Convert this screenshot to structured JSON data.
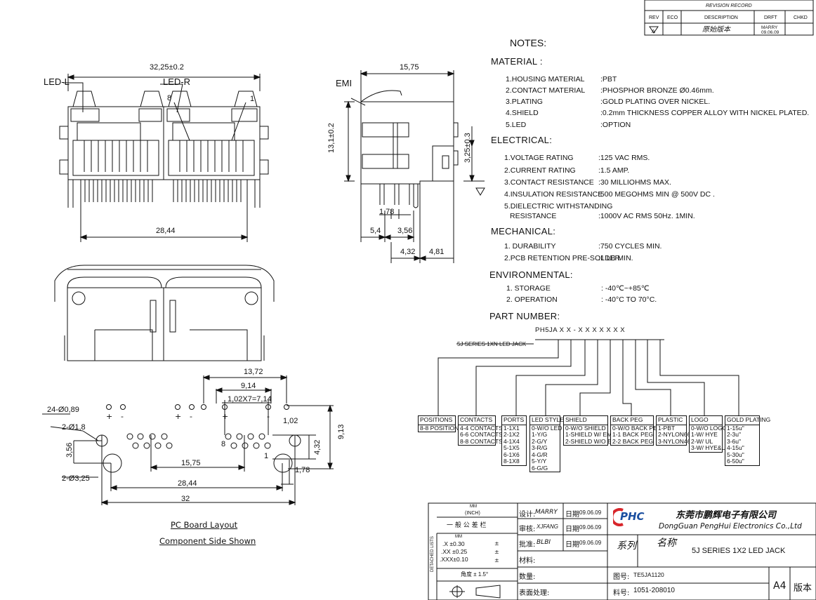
{
  "revision": {
    "title": "REVISION RECORD",
    "headers": [
      "REV",
      "ECO",
      "DESCRIPTION",
      "DRFT",
      "CHKD"
    ],
    "row": {
      "rev": "A",
      "eco": "",
      "description": "原始版本",
      "drft": "MARRY 09.06.09",
      "chkd": ""
    }
  },
  "front_view": {
    "width_dim": "32,25±0.2",
    "pitch_dim": "28,44",
    "led_left": "LED-L",
    "led_right": "LED-R",
    "pin8": "8",
    "pin1": "1"
  },
  "side_view": {
    "emi": "EMI",
    "depth": "15,75",
    "height": "13,1±0.2",
    "d325": "3,25±0.3",
    "d178": "1,78",
    "d54": "5,4",
    "d356": "3,56",
    "d432": "4,32",
    "d481": "4,81"
  },
  "pcb": {
    "d1372": "13,72",
    "d914": "9,14",
    "d102x7": "1,02X7=7,14",
    "d102": "1,02",
    "d913": "9,13",
    "d089": "24-Ø0,89",
    "d18": "2-Ø1,8",
    "d356": "3,56",
    "d325": "2-Ø3,25",
    "d1575": "15,75",
    "d2844": "28,44",
    "d32": "32",
    "d432": "4,32",
    "d178": "1,78",
    "pin8": "8",
    "pin1": "1",
    "plus": "+",
    "minus": "-",
    "caption1": "PC Board Layout",
    "caption2": "Component Side Shown"
  },
  "notes": {
    "title": "NOTES:",
    "material_title": "MATERIAL :",
    "material": [
      {
        "k": "1.HOUSING MATERIAL",
        "v": ":PBT"
      },
      {
        "k": "2.CONTACT MATERIAL",
        "v": ":PHOSPHOR BRONZE Ø0.46mm."
      },
      {
        "k": "3.PLATING",
        "v": ":GOLD PLATING OVER NICKEL."
      },
      {
        "k": "4.SHIELD",
        "v": ":0.2mm THICKNESS COPPER ALLOY WITH NICKEL PLATED."
      },
      {
        "k": "5.LED",
        "v": ":OPTION"
      }
    ],
    "electrical_title": "ELECTRICAL:",
    "electrical": [
      {
        "k": "1.VOLTAGE RATING",
        "v": ":125 VAC RMS."
      },
      {
        "k": "2.CURRENT RATING",
        "v": ":1.5 AMP."
      },
      {
        "k": "3.CONTACT RESISTANCE",
        "v": ":30 MILLIOHMS MAX."
      },
      {
        "k": "4.INSULATION RESISTANCE",
        "v": ":500 MEGOHMS MIN @ 500V DC ."
      },
      {
        "k": "5.DIELECTRIC WITHSTANDING",
        "v": ""
      },
      {
        "k": "RESISTANCE",
        "v": ":1000V AC RMS 50Hz. 1MIN."
      }
    ],
    "mechanical_title": "MECHANICAL:",
    "mechanical": [
      {
        "k": "1. DURABILITY",
        "v": ":750 CYCLES MIN."
      },
      {
        "k": "2.PCB RETENTION PRE-SOLDER",
        "v": ":1 LB MIN."
      }
    ],
    "environmental_title": "ENVIRONMENTAL:",
    "environmental": [
      {
        "k": "1. STORAGE",
        "v": ": -40℃~+85℃"
      },
      {
        "k": "2. OPERATION",
        "v": ": -40°C TO 70°C."
      }
    ],
    "part_number_title": "PART NUMBER:"
  },
  "part_number": {
    "code": "PH5JA  X  X - X  X  X  X  X  X  X",
    "series": "5J SERIES 1XN LED JACK",
    "boxes": [
      {
        "head": "POSITIONS",
        "lines": [
          "8-8 POSITIONS"
        ]
      },
      {
        "head": "CONTACTS",
        "lines": [
          "4-4 CONTACTS",
          "6-6 CONTACTS",
          "8-8 CONTACTS"
        ]
      },
      {
        "head": "PORTS",
        "lines": [
          "1-1X1",
          "2-1X2",
          "4-1X4",
          "5-1X5",
          "6-1X6",
          "8-1X8"
        ]
      },
      {
        "head": "LED STYLE",
        "lines": [
          "0-W/O LED",
          "1-Y/G",
          "2-G/Y",
          "3-R/G",
          "4-G/R",
          "5-Y/Y",
          "6-G/G"
        ]
      },
      {
        "head": "SHIELD",
        "lines": [
          "0-W/O SHIELD",
          "1-SHIELD W/ EMI",
          "2-SHIELD W/O EMI"
        ]
      },
      {
        "head": "BACK PEG",
        "lines": [
          "0-W/O BACK PEG",
          "1-1 BACK PEG",
          "2-2 BACK PEG"
        ]
      },
      {
        "head": "PLASTIC",
        "lines": [
          "1-PBT",
          "2-NYLON66",
          "3-NYLON46"
        ]
      },
      {
        "head": "LOGO",
        "lines": [
          "0-W/O LOGO",
          "1-W/ HYE",
          "2-W/ UL",
          "3-W/ HYE&UL"
        ]
      },
      {
        "head": "GOLD PLATING",
        "lines": [
          "1-15u\"",
          "2-3u\"",
          "3-6u\"",
          "4-15u\"",
          "5-30u\"",
          "6-50u\""
        ]
      }
    ]
  },
  "title_block": {
    "mm": "MM",
    "inch": "(INCH)",
    "tolerance_label": "一 般 公 差 栏",
    "detached_lists": "DETACHED LISTS",
    "tol_x": ".X  ±0.30",
    "tol_xx": ".XX  ±0.25",
    "tol_xxx": ".XXX±0.10",
    "pm": "±",
    "angle": "角度  ± 1.5°",
    "design_label": "设计:",
    "design_value": "MARRY",
    "review_label": "审核:",
    "review_value": "XJFANG",
    "approve_label": "批准:",
    "approve_value": "BLBI",
    "date_label": "日期",
    "date1": "09.06.09",
    "date2": "09.06.09",
    "date3": "09.06.09",
    "material_label": "材料:",
    "quantity_label": "数量:",
    "surface_label": "表面处理:",
    "logo": "PHC",
    "company_cn": "东莞市鹏辉电子有限公司",
    "company_en": "DongGuan PengHui Electronics Co.,Ltd",
    "series_label": "系列",
    "name_label": "名称",
    "name_value": "5J SERIES 1X2 LED JACK",
    "drawing_no_label": "图号:",
    "drawing_no": "TE5JA1120",
    "material_no_label": "料号:",
    "material_no": "1051-208010",
    "size": "A4",
    "version_label": "版本"
  },
  "colors": {
    "line": "#111111",
    "logo_red": "#d8262b",
    "logo_blue": "#1b4fa0"
  }
}
